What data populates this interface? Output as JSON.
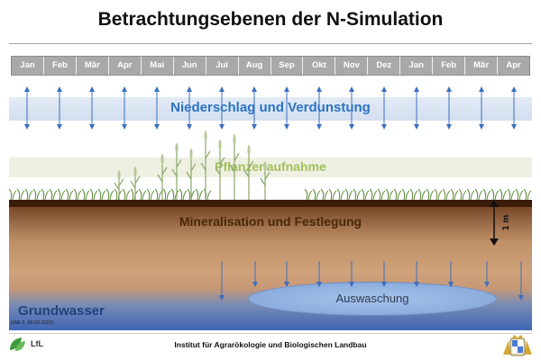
{
  "title": "Betrachtungsebenen der N-Simulation",
  "months": [
    "Jan",
    "Feb",
    "Mär",
    "Apr",
    "Mai",
    "Jun",
    "Jul",
    "Aug",
    "Sep",
    "Okt",
    "Nov",
    "Dez",
    "Jan",
    "Feb",
    "Mär",
    "Apr"
  ],
  "bands": {
    "precipitation": "Niederschlag und Verdunstung",
    "plant_uptake": "Pflanzenaufnahme",
    "mineralisation": "Mineralisation und Festlegung",
    "leaching": "Auswaschung",
    "groundwater": "Grundwasser"
  },
  "depth_label": "1 m",
  "date_note": "(IAB 2, 09.03.2022)",
  "footer": {
    "logo_text": "LfL",
    "institute": "Institut für Agrarökologie und Biologischen Landbau"
  },
  "colors": {
    "precip_text": "#2b74c4",
    "plant_text": "#a4bf5b",
    "mineral_text": "#4b2608",
    "groundwater_text": "#23407f",
    "arrow": "#3b6fc0"
  }
}
